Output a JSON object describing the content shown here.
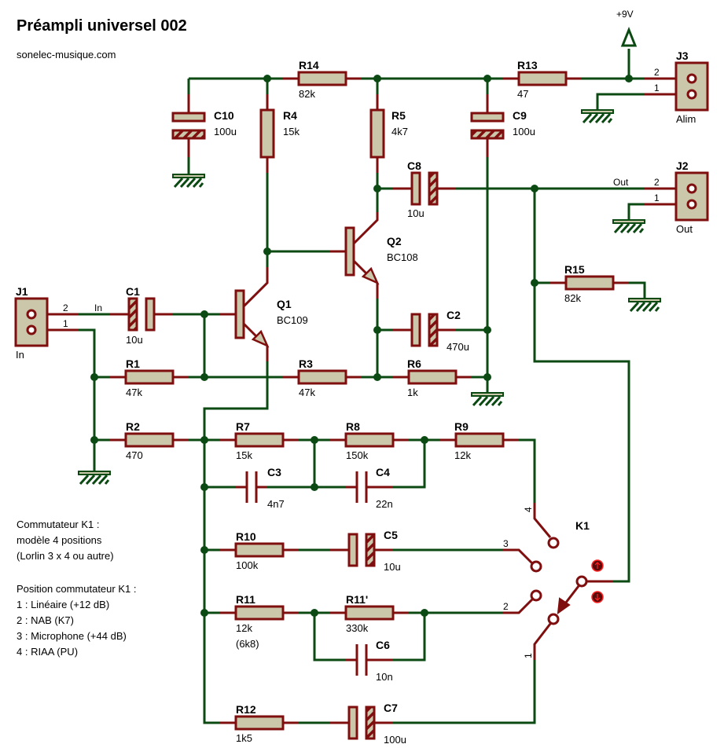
{
  "header": {
    "title": "Préampli universel 002",
    "subtitle": "sonelec-musique.com"
  },
  "supply_label": "+9V",
  "net_labels": {
    "in": "In",
    "out": "Out"
  },
  "components": {
    "R1": {
      "ref": "R1",
      "value": "47k"
    },
    "R2": {
      "ref": "R2",
      "value": "470"
    },
    "R3": {
      "ref": "R3",
      "value": "47k"
    },
    "R4": {
      "ref": "R4",
      "value": "15k"
    },
    "R5": {
      "ref": "R5",
      "value": "4k7"
    },
    "R6": {
      "ref": "R6",
      "value": "1k"
    },
    "R7": {
      "ref": "R7",
      "value": "15k"
    },
    "R8": {
      "ref": "R8",
      "value": "150k"
    },
    "R9": {
      "ref": "R9",
      "value": "12k"
    },
    "R10": {
      "ref": "R10",
      "value": "100k"
    },
    "R11": {
      "ref": "R11",
      "value": "12k",
      "value2": "(6k8)"
    },
    "R11p": {
      "ref": "R11'",
      "value": "330k"
    },
    "R12": {
      "ref": "R12",
      "value": "1k5"
    },
    "R13": {
      "ref": "R13",
      "value": "47"
    },
    "R14": {
      "ref": "R14",
      "value": "82k"
    },
    "R15": {
      "ref": "R15",
      "value": "82k"
    },
    "C1": {
      "ref": "C1",
      "value": "10u"
    },
    "C2": {
      "ref": "C2",
      "value": "470u"
    },
    "C3": {
      "ref": "C3",
      "value": "4n7"
    },
    "C4": {
      "ref": "C4",
      "value": "22n"
    },
    "C5": {
      "ref": "C5",
      "value": "10u"
    },
    "C6": {
      "ref": "C6",
      "value": "10n"
    },
    "C7": {
      "ref": "C7",
      "value": "100u"
    },
    "C8": {
      "ref": "C8",
      "value": "10u"
    },
    "C9": {
      "ref": "C9",
      "value": "100u"
    },
    "C10": {
      "ref": "C10",
      "value": "100u"
    },
    "Q1": {
      "ref": "Q1",
      "value": "BC109"
    },
    "Q2": {
      "ref": "Q2",
      "value": "BC108"
    },
    "J1": {
      "ref": "J1",
      "value": "In",
      "pin1": "1",
      "pin2": "2"
    },
    "J2": {
      "ref": "J2",
      "value": "Out",
      "pin1": "1",
      "pin2": "2"
    },
    "J3": {
      "ref": "J3",
      "value": "Alim",
      "pin1": "1",
      "pin2": "2"
    },
    "K1": {
      "ref": "K1",
      "pos1": "1",
      "pos2": "2",
      "pos3": "3",
      "pos4": "4"
    }
  },
  "notes": {
    "switch_model": [
      "Commutateur K1 :",
      "modèle 4 positions",
      "(Lorlin 3 x 4 ou autre)"
    ],
    "switch_positions": [
      "Position commutateur K1 :",
      "1 : Linéaire (+12 dB)",
      "2 : NAB (K7)",
      "3 : Microphone (+44 dB)",
      "4 : RIAA (PU)"
    ]
  },
  "colors": {
    "wire": "#0b4a12",
    "lead": "#7f0e0e",
    "body": "#cac7ab",
    "switch_button": "#5a0a0a",
    "switch_button_glyph": "#ff2020"
  }
}
